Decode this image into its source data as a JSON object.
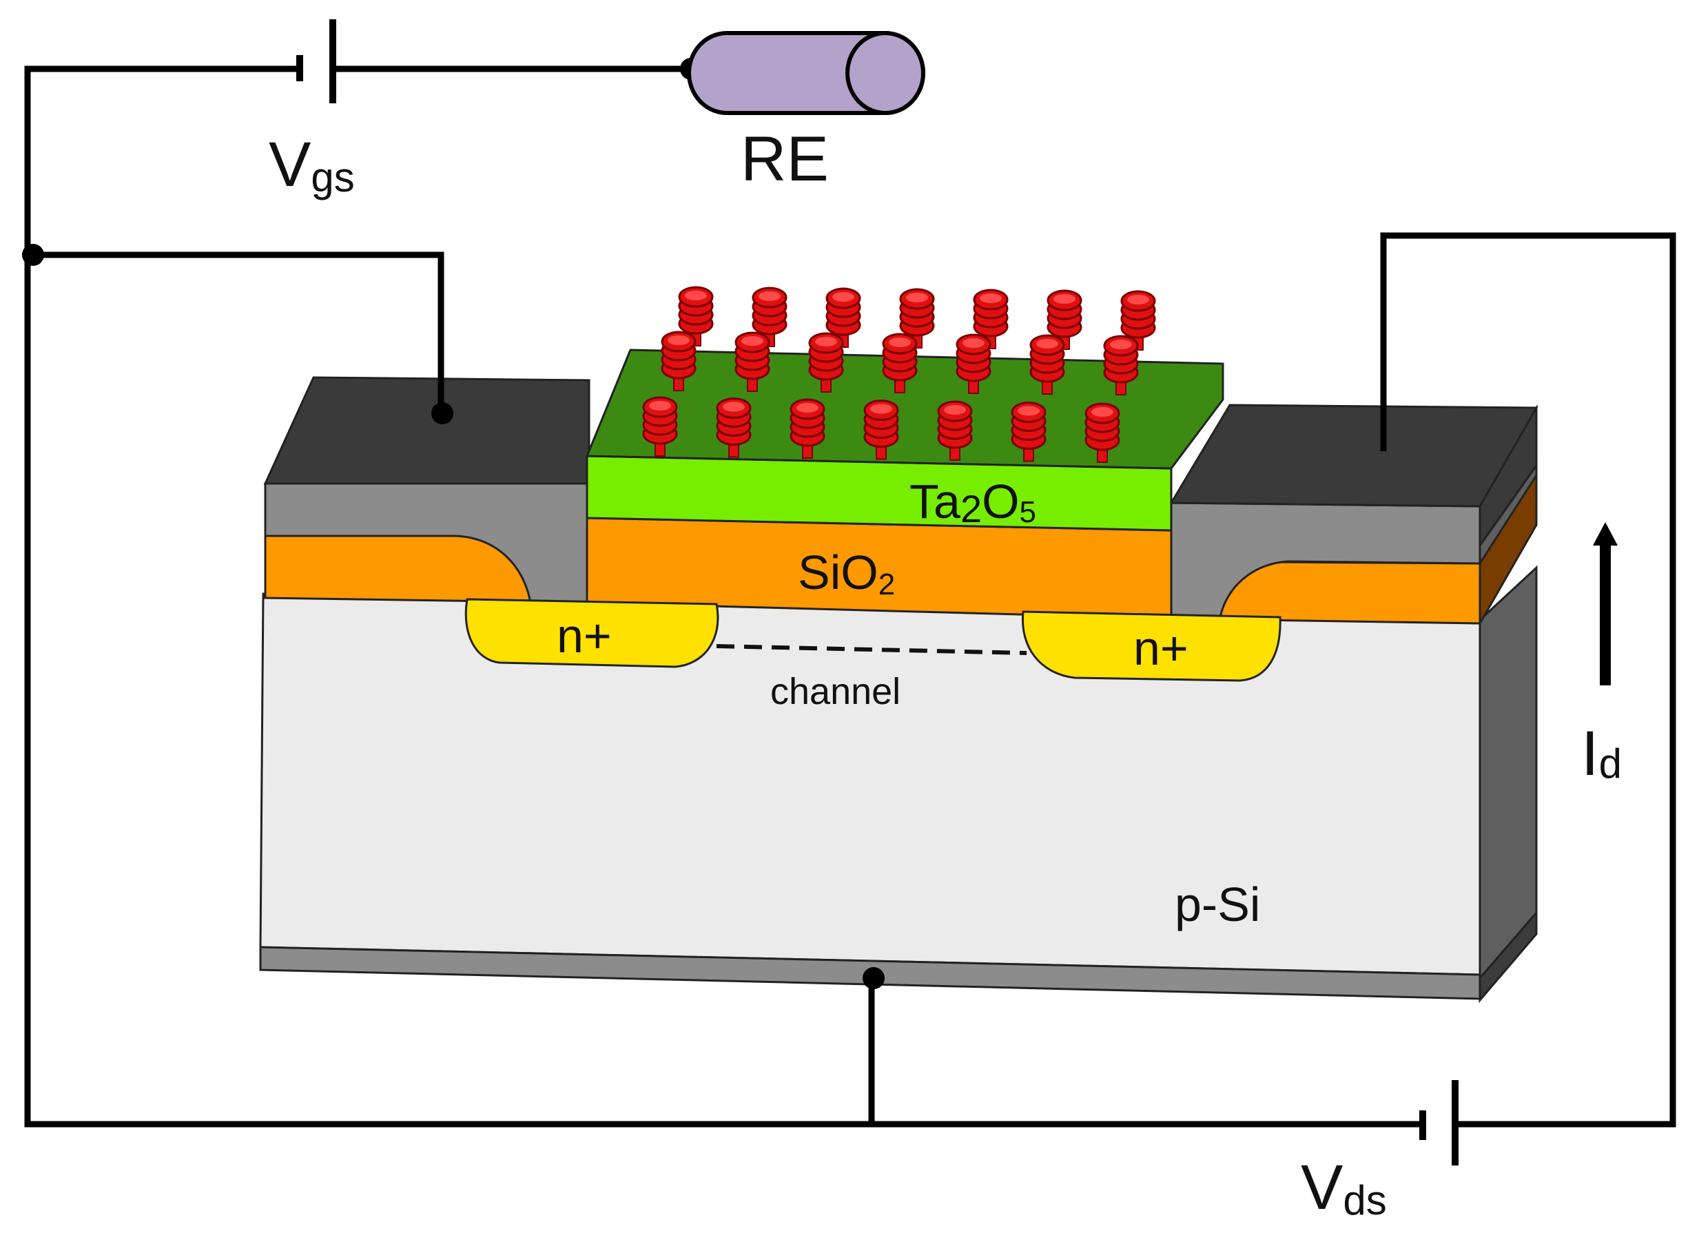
{
  "labels": {
    "vgs_main": "V",
    "vgs_sub": "gs",
    "re": "RE",
    "ta_main1": "Ta",
    "ta_sub1": "2",
    "ta_main2": "O",
    "ta_sub2": "5",
    "sio_main": "SiO",
    "sio_sub": "2",
    "n_left": "n+",
    "n_right": "n+",
    "channel": "channel",
    "psi": "p-Si",
    "id_main": "I",
    "id_sub": "d",
    "vds_main": "V",
    "vds_sub": "ds"
  },
  "colors": {
    "wire": "#000000",
    "electrode": "#b3a2c9",
    "ta2o5": "#77ee00",
    "ta2o5_top": "#3d8a13",
    "sio2": "#ff9900",
    "sio2_dark": "#7a3d00",
    "contact_top": "#3a3a3a",
    "contact_front": "#8c8c8c",
    "substrate": "#ebebeb",
    "substrate_side": "#5f5f5f",
    "n_plus": "#ffe100",
    "pillar": "#e01010"
  }
}
